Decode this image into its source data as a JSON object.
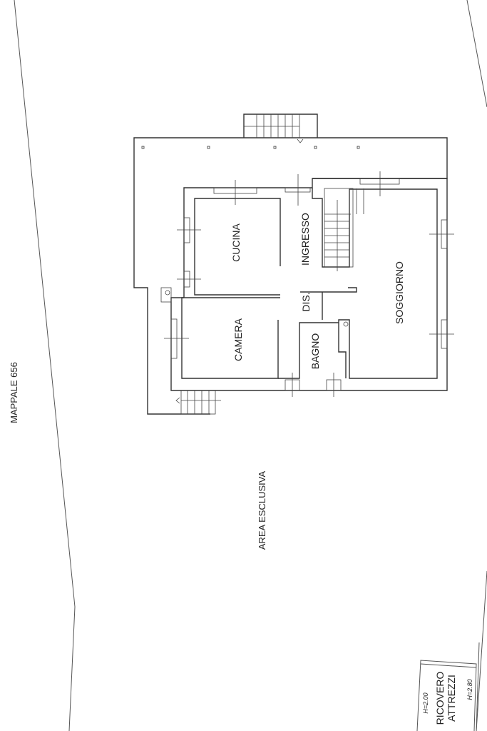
{
  "rooms": {
    "cucina": "CUCINA",
    "ingresso": "INGRESSO",
    "soggiorno": "SOGGIORNO",
    "camera": "CAMERA",
    "dis": "DIS.",
    "bagno": "BAGNO"
  },
  "site": {
    "mappale": "MAPPALE 656",
    "area": "AREA ESCLUSIVA"
  },
  "shed": {
    "line1": "RICOVERO",
    "line2": "ATTREZZI",
    "height_left": "H=2.00",
    "height_right": "H=2.80"
  }
}
